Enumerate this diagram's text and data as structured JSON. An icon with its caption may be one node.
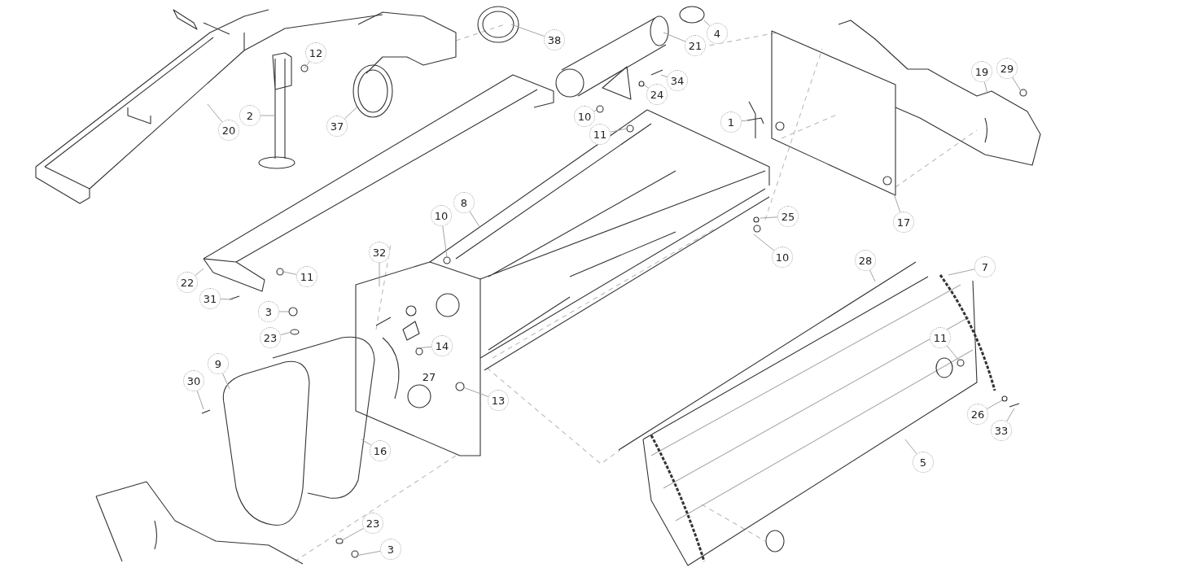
{
  "diagram": {
    "nodes": [
      {
        "text": [
          "12"
        ]
      },
      {
        "text": [
          "2"
        ]
      },
      {
        "text": [
          "20"
        ]
      },
      {
        "text": [
          "37"
        ]
      },
      {
        "text": [
          "38"
        ]
      },
      {
        "text": [
          "21"
        ]
      },
      {
        "text": [
          "4"
        ]
      },
      {
        "text": [
          "34"
        ]
      },
      {
        "text": [
          "24"
        ]
      },
      {
        "text": [
          "10"
        ]
      },
      {
        "text": [
          "11"
        ]
      },
      {
        "text": [
          "1"
        ]
      },
      {
        "text": [
          "10"
        ]
      },
      {
        "text": [
          "8"
        ]
      },
      {
        "text": [
          "25"
        ]
      },
      {
        "text": [
          "10"
        ]
      },
      {
        "text": [
          "19"
        ]
      },
      {
        "text": [
          "29"
        ]
      },
      {
        "text": [
          "17"
        ]
      },
      {
        "text": [
          "32"
        ]
      },
      {
        "text": [
          "22"
        ]
      },
      {
        "text": [
          "11"
        ]
      },
      {
        "text": [
          "31"
        ]
      },
      {
        "text": [
          "3"
        ]
      },
      {
        "text": [
          "23"
        ]
      },
      {
        "text": [
          "14"
        ]
      },
      {
        "text": [
          "13"
        ]
      },
      {
        "text": [
          "9"
        ]
      },
      {
        "text": [
          "30"
        ]
      },
      {
        "text": [
          "16"
        ]
      },
      {
        "text": [
          "23"
        ]
      },
      {
        "text": [
          "3"
        ]
      },
      {
        "text": [
          "28"
        ]
      },
      {
        "text": [
          "7"
        ]
      },
      {
        "text": [
          "11"
        ]
      },
      {
        "text": [
          "26"
        ]
      },
      {
        "text": [
          "33"
        ]
      },
      {
        "text": [
          "5"
        ]
      }
    ],
    "edges": [
      {
        "from": 0,
        "to": null,
        "arrow": "none"
      },
      {
        "from": 1,
        "to": null,
        "arrow": "none"
      },
      {
        "from": 2,
        "to": null,
        "arrow": "none"
      },
      {
        "from": 3,
        "to": null,
        "arrow": "none"
      },
      {
        "from": 4,
        "to": null,
        "arrow": "none"
      },
      {
        "from": 5,
        "to": null,
        "arrow": "none"
      },
      {
        "from": 6,
        "to": null,
        "arrow": "none"
      },
      {
        "from": 7,
        "to": null,
        "arrow": "none"
      },
      {
        "from": 8,
        "to": null,
        "arrow": "none"
      },
      {
        "from": 9,
        "to": null,
        "arrow": "none"
      },
      {
        "from": 10,
        "to": null,
        "arrow": "none"
      },
      {
        "from": 11,
        "to": null,
        "arrow": "none"
      },
      {
        "from": 12,
        "to": null,
        "arrow": "none"
      },
      {
        "from": 13,
        "to": null,
        "arrow": "none"
      },
      {
        "from": 14,
        "to": null,
        "arrow": "none"
      },
      {
        "from": 15,
        "to": null,
        "arrow": "none"
      },
      {
        "from": 16,
        "to": null,
        "arrow": "none"
      },
      {
        "from": 17,
        "to": null,
        "arrow": "none"
      },
      {
        "from": 18,
        "to": null,
        "arrow": "none"
      },
      {
        "from": 19,
        "to": null,
        "arrow": "none"
      },
      {
        "from": 20,
        "to": null,
        "arrow": "none"
      },
      {
        "from": 21,
        "to": null,
        "arrow": "none"
      },
      {
        "from": 22,
        "to": null,
        "arrow": "none"
      },
      {
        "from": 23,
        "to": null,
        "arrow": "none"
      },
      {
        "from": 24,
        "to": null,
        "arrow": "none"
      },
      {
        "from": 25,
        "to": null,
        "arrow": "none"
      },
      {
        "from": 26,
        "to": null,
        "arrow": "none"
      },
      {
        "from": 27,
        "to": null,
        "arrow": "none"
      },
      {
        "from": 28,
        "to": null,
        "arrow": "none"
      },
      {
        "from": 29,
        "to": null,
        "arrow": "none"
      },
      {
        "from": 30,
        "to": null,
        "arrow": "none"
      },
      {
        "from": 31,
        "to": null,
        "arrow": "none"
      },
      {
        "from": 32,
        "to": null,
        "arrow": "none"
      },
      {
        "from": 33,
        "to": null,
        "arrow": "none"
      },
      {
        "from": 34,
        "to": null,
        "arrow": "none"
      },
      {
        "from": 35,
        "to": null,
        "arrow": "none"
      },
      {
        "from": 36,
        "to": null,
        "arrow": "none"
      },
      {
        "from": 37,
        "to": null,
        "arrow": "none"
      }
    ],
    "labels": [
      "27"
    ]
  }
}
